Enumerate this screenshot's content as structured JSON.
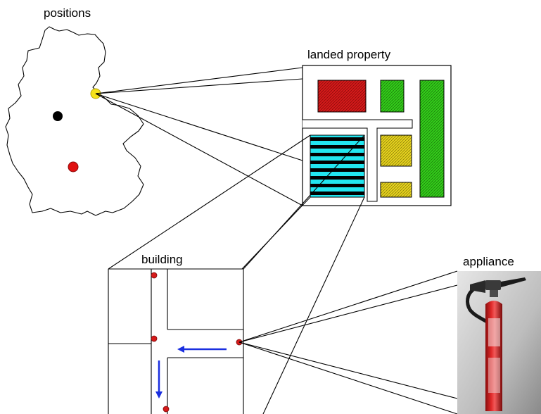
{
  "labels": {
    "positions": "positions",
    "landed_property": "landed property",
    "building": "building",
    "appliance": "appliance"
  },
  "markers": {
    "yellow_site": "#f5e21b",
    "black_site": "#000000",
    "red_site": "#e01010"
  },
  "property_colors": {
    "red_plot": "#d41a1a",
    "green_plot": "#33cc1a",
    "yellow_plot": "#e6d21e",
    "cyan_building": "#22e6f0",
    "stripe": "#000000"
  },
  "arrow_color": "#1a2fe0",
  "device_color": "#d61a1a",
  "appliance_icon": "fire-extinguisher-icon"
}
